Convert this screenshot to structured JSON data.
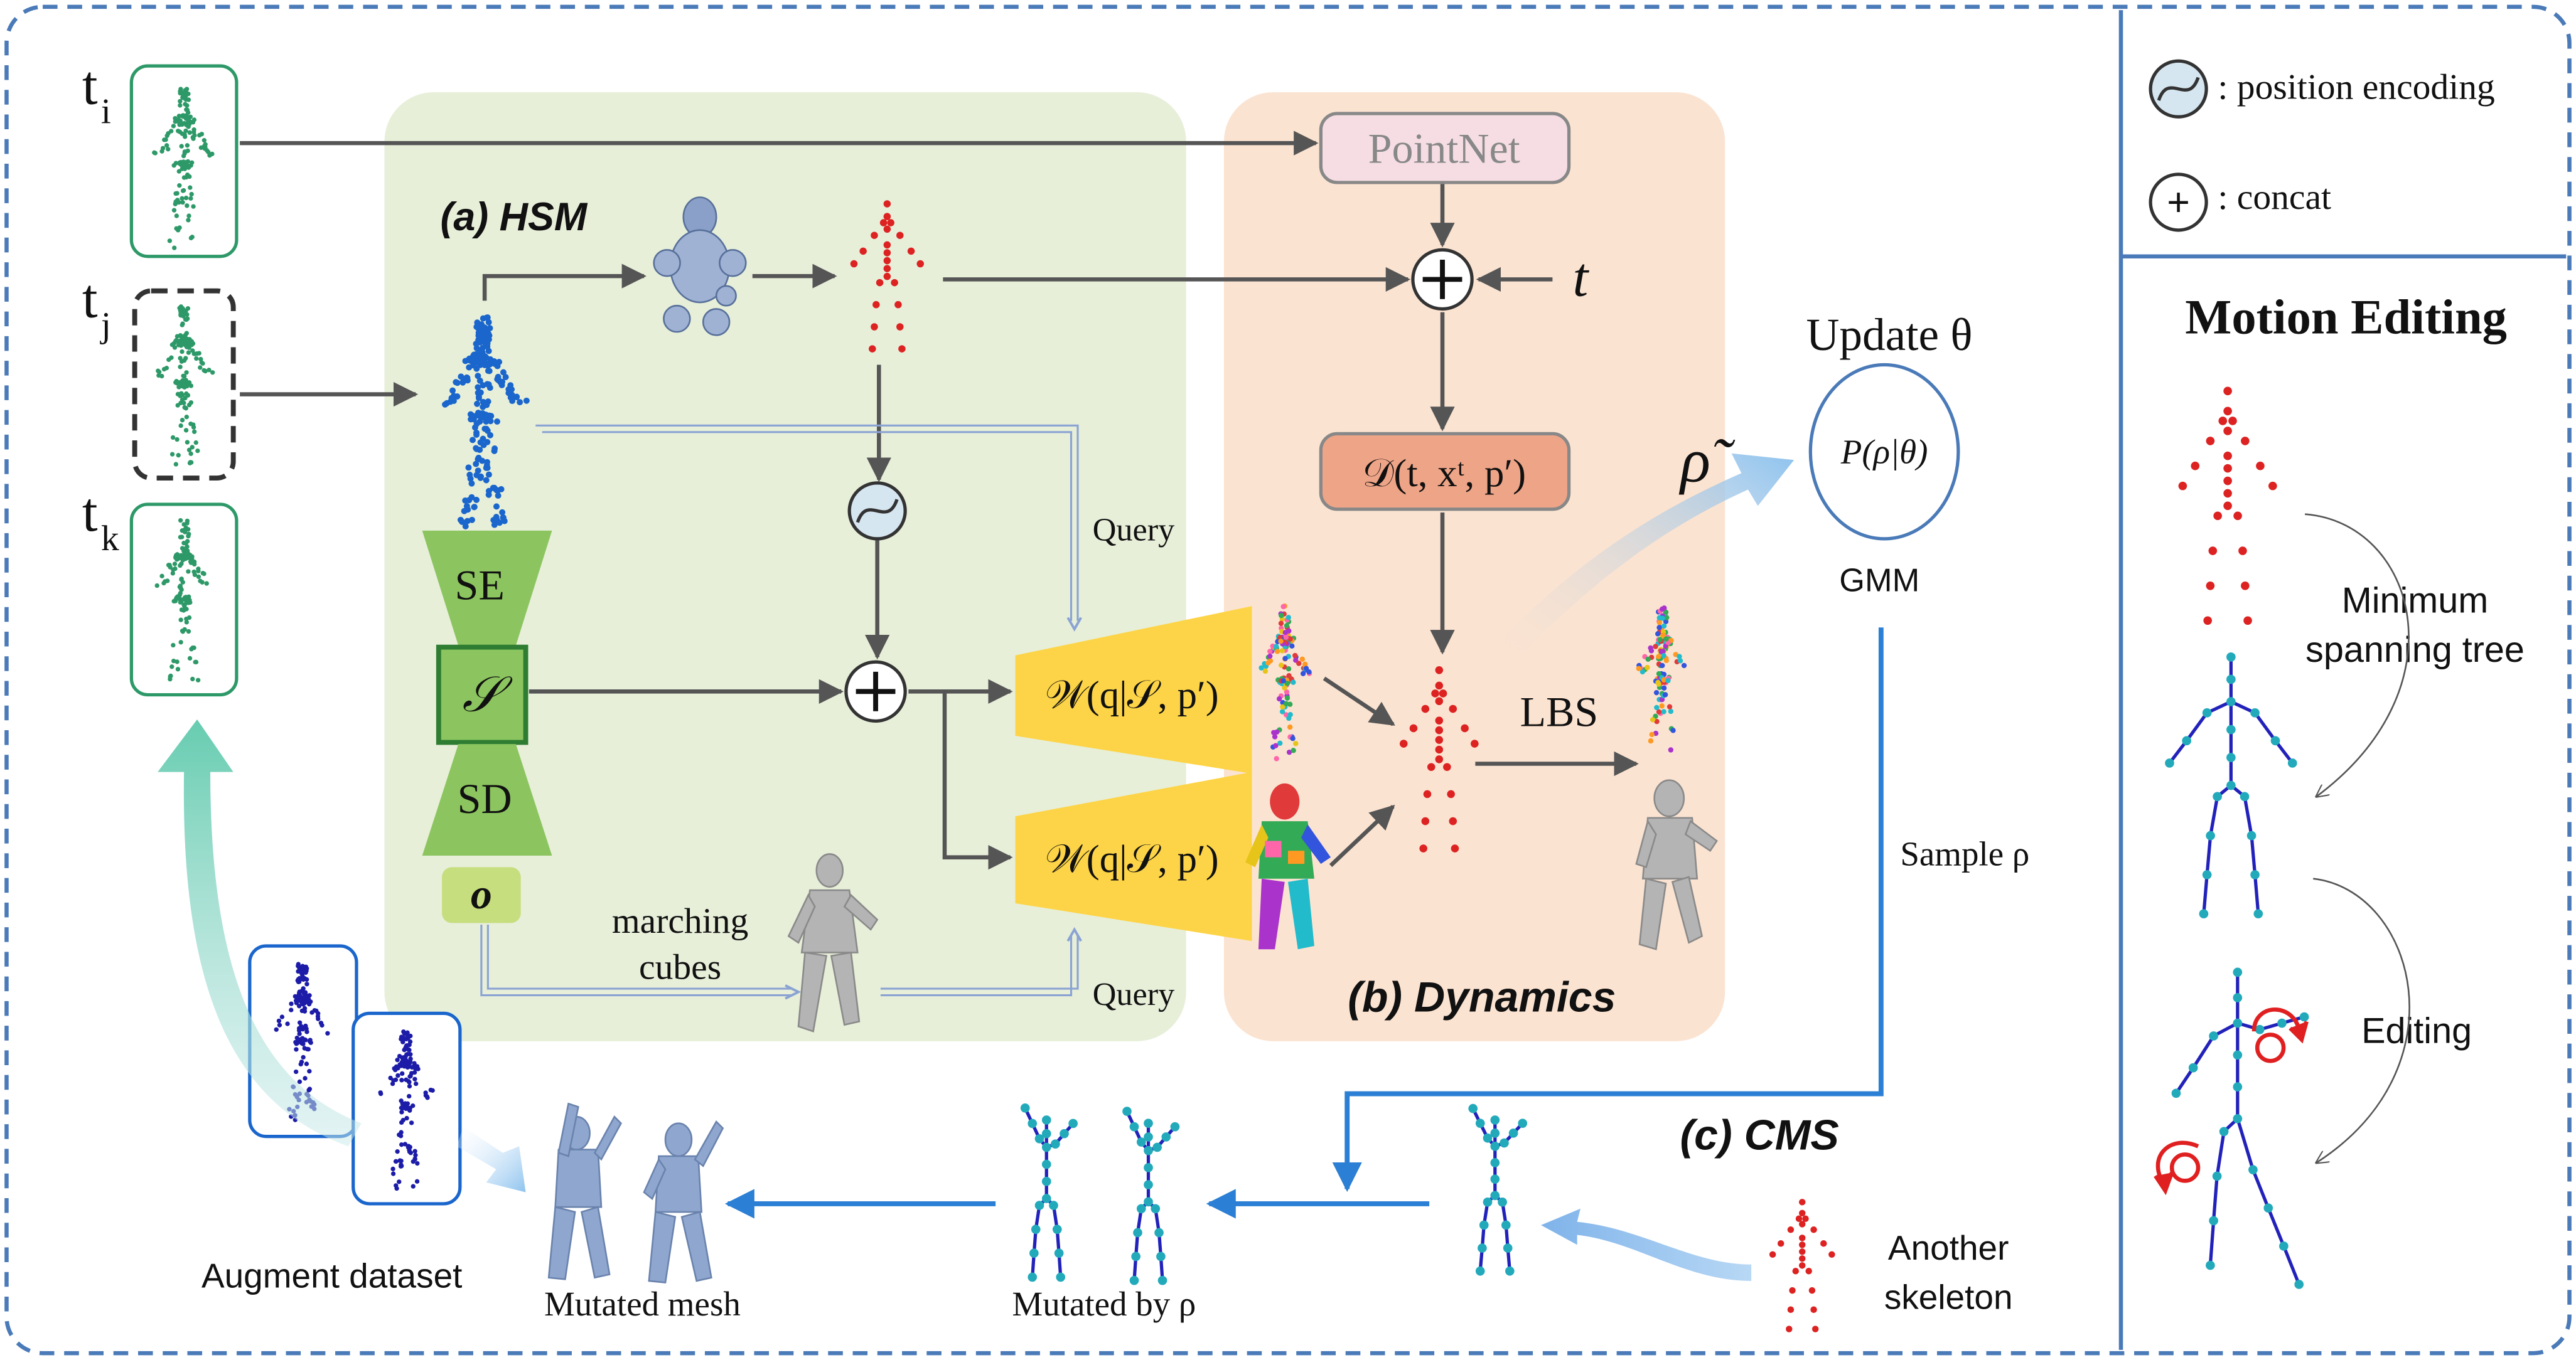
{
  "frames": {
    "ti": "t",
    "ti_sub": "i",
    "tj": "t",
    "tj_sub": "j",
    "tk": "t",
    "tk_sub": "k"
  },
  "hsm": {
    "title": "(a) HSM",
    "se": "SE",
    "s": "𝒮",
    "sd": "SD",
    "o": "o",
    "query_top": "Query",
    "query_bottom": "Query",
    "marching_1": "marching",
    "marching_2": "cubes",
    "w_top": "𝒲(q|𝒮, p′)",
    "w_bottom": "𝒲(q|𝒮, p′)"
  },
  "dynamics": {
    "title": "(b) Dynamics",
    "pointnet": "PointNet",
    "d_func": "𝒟(t, xᵗ, p′)",
    "t_input": "t",
    "lbs": "LBS",
    "rho_tilde": "ρ̃"
  },
  "gmm": {
    "update": "Update θ",
    "p": "P(ρ|θ)",
    "label": "GMM",
    "sample": "Sample ρ"
  },
  "cms": {
    "title": "(c) CMS",
    "another_1": "Another",
    "another_2": "skeleton",
    "mutated_by": "Mutated by ρ",
    "mutated_mesh": "Mutated mesh",
    "augment": "Augment dataset"
  },
  "legend": {
    "position_encoding": ": position encoding",
    "concat": ": concat",
    "concat_symbol": "+"
  },
  "motion_editing": {
    "title": "Motion Editing",
    "mst_1": "Minimum",
    "mst_2": "spanning tree",
    "editing": "Editing"
  },
  "colors": {
    "border": "#4a7ab8",
    "hsm_bg": "#e7efd9",
    "dyn_bg": "#fbe3d1",
    "green_block": "#8cc55f",
    "yellow_block": "#fdd447",
    "d_block": "#eea487",
    "pointnet_block": "#f5dde3",
    "arrow_dark": "#555555",
    "blue_arrow": "#2b7fd4",
    "query_line": "#9db4dd",
    "points_green": "#2e9968",
    "points_blue": "#1a66cc",
    "points_red": "#dd2222",
    "points_navy": "#1c1ca8",
    "skeleton_line": "#2222bb",
    "skeleton_joint": "#22aabb",
    "mesh_gray": "#b4b4b4",
    "mesh_blue": "#8fa7cf"
  }
}
